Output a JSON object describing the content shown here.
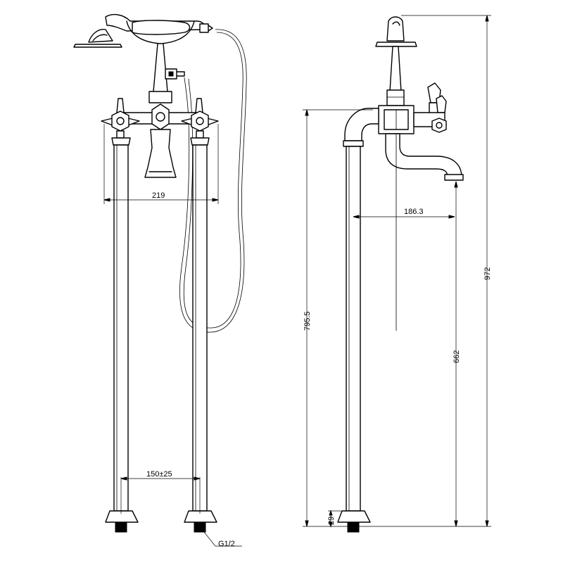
{
  "dimensions": {
    "spout_centres": "219",
    "leg_centres": "150±25",
    "spout_reach": "186.3",
    "spout_height": "795.5",
    "outlet_height": "662",
    "overall_height": "972",
    "foot_height": "29",
    "inlet_thread": "G1/2"
  }
}
